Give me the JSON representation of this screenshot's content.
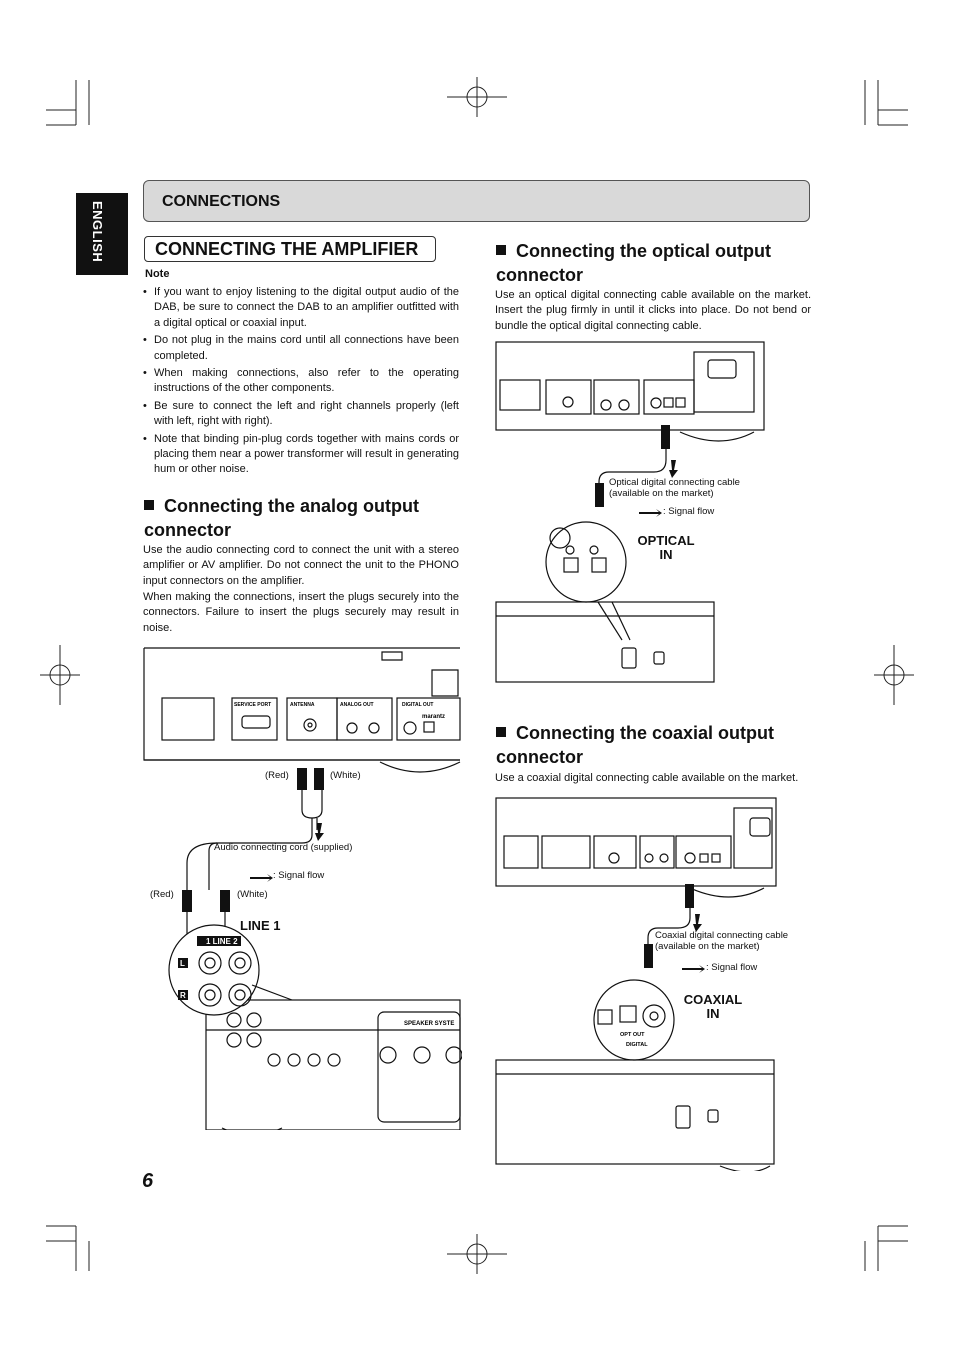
{
  "tab": {
    "language": "ENGLISH"
  },
  "section_bar": {
    "title": "CONNECTIONS"
  },
  "main_title": "CONNECTING THE AMPLIFIER",
  "note": {
    "heading": "Note",
    "items": [
      "If you want to enjoy listening to the digital output audio of the DAB, be sure to connect the DAB to an amplifier outfitted with a digital optical or coaxial input.",
      "Do not plug in the mains cord until all connections have been completed.",
      "When making connections, also refer to the operating instructions of the other components.",
      "Be sure to connect the left and right channels properly (left with left, right with right).",
      "Note that binding pin-plug cords together with mains cords or placing them near a power transformer will result in generating hum or other noise."
    ]
  },
  "analog": {
    "heading": "Connecting the analog output connector",
    "para1": "Use the audio connecting cord to connect the unit with a stereo amplifier or AV amplifier. Do not connect the unit to the PHONO input connectors on the amplifier.",
    "para2": "When making the connections, insert the plugs securely into the connectors. Failure to insert the plugs securely may result in noise.",
    "labels": {
      "red_top": "(Red)",
      "white_top": "(White)",
      "cord": "Audio connecting cord (supplied)",
      "signal_flow": ": Signal flow",
      "red_bottom": "(Red)",
      "white_bottom": "(White)",
      "line1": "LINE 1",
      "panel_line": "1  LINE  2",
      "L": "L",
      "R": "R",
      "speaker": "SPEAKER SYSTE",
      "service_port": "SERVICE PORT",
      "antenna": "ANTENNA",
      "analog_out": "ANALOG OUT",
      "digital_out": "DIGITAL OUT",
      "brand": "marantz"
    }
  },
  "optical": {
    "heading": "Connecting the optical output connector",
    "para": "Use an optical digital connecting cable available on the market.  Insert the plug firmly in until it clicks into place.  Do not bend or bundle the optical digital connecting cable.",
    "labels": {
      "cable": "Optical digital connecting cable (available on the market)",
      "signal_flow": ": Signal flow",
      "input": "OPTICAL IN"
    }
  },
  "coaxial": {
    "heading": "Connecting the coaxial output connector",
    "para": "Use a coaxial digital connecting cable available on the market.",
    "labels": {
      "cable": "Coaxial digital connecting cable (available on the market)",
      "signal_flow": ": Signal flow",
      "input": "COAXIAL IN",
      "digital": "DIGITAL",
      "opt_out": "OPT OUT"
    }
  },
  "page_number": "6"
}
